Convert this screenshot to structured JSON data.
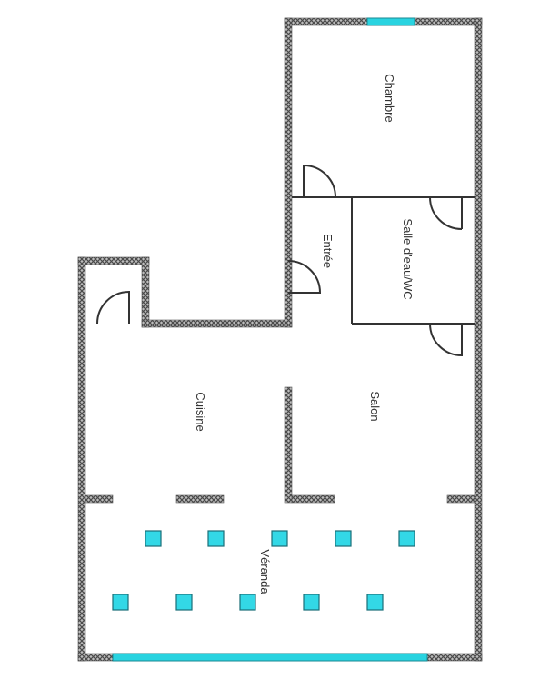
{
  "rooms": {
    "chambre": "Chambre",
    "entree": "Entrée",
    "salle_eau": "Salle d'eau/WC",
    "cuisine": "Cuisine",
    "salon": "Salon",
    "veranda": "Véranda"
  },
  "colors": {
    "wall_fill": "#8a8a8a",
    "wall_dark": "#444444",
    "window": "#29d3e0",
    "pillar": "#33d8e6",
    "line": "#333333"
  },
  "pillar_rows": 2,
  "pillars_per_row": 5
}
